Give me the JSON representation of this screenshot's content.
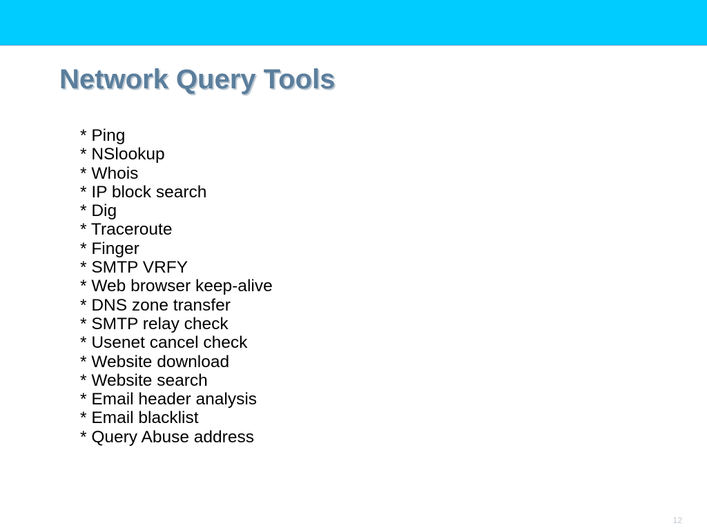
{
  "slide": {
    "title": "Network Query Tools",
    "bullets": [
      "* Ping",
      "* NSlookup",
      "* Whois",
      "* IP block search",
      "* Dig",
      "* Traceroute",
      "* Finger",
      "* SMTP VRFY",
      "* Web browser keep-alive",
      "* DNS zone transfer",
      "* SMTP relay check",
      "* Usenet cancel check",
      "* Website download",
      "* Website search",
      "* Email header analysis",
      "* Email blacklist",
      "* Query Abuse address"
    ],
    "page_number": "12"
  },
  "colors": {
    "header_band": "#00ccff",
    "title_text": "#5b7e9c",
    "body_text": "#000000",
    "page_number_text": "#c0c7cf"
  }
}
